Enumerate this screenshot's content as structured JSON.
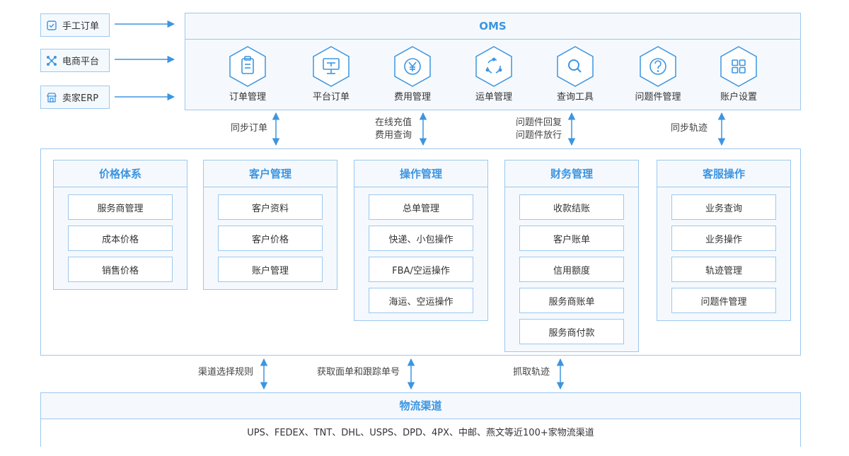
{
  "sources": [
    {
      "label": "手工订单",
      "icon": "checklist-icon"
    },
    {
      "label": "电商平台",
      "icon": "network-icon"
    },
    {
      "label": "卖家ERP",
      "icon": "store-icon"
    }
  ],
  "oms": {
    "title": "OMS",
    "modules": [
      {
        "label": "订单管理",
        "icon": "clipboard-icon"
      },
      {
        "label": "平台订单",
        "icon": "monitor-icon"
      },
      {
        "label": "费用管理",
        "icon": "yen-icon"
      },
      {
        "label": "运单管理",
        "icon": "cycle-icon"
      },
      {
        "label": "查询工具",
        "icon": "search-icon"
      },
      {
        "label": "问题件管理",
        "icon": "question-icon"
      },
      {
        "label": "账户设置",
        "icon": "grid-icon"
      }
    ]
  },
  "links_top": [
    {
      "lines": [
        "同步订单"
      ]
    },
    {
      "lines": [
        "在线充值",
        "费用查询"
      ]
    },
    {
      "lines": [
        "问题件回复",
        "问题件放行"
      ]
    },
    {
      "lines": [
        "同步轨迹"
      ]
    }
  ],
  "columns": [
    {
      "title": "价格体系",
      "items": [
        "服务商管理",
        "成本价格",
        "销售价格"
      ]
    },
    {
      "title": "客户管理",
      "items": [
        "客户资料",
        "客户价格",
        "账户管理"
      ]
    },
    {
      "title": "操作管理",
      "items": [
        "总单管理",
        "快递、小包操作",
        "FBA/空运操作",
        "海运、空运操作"
      ]
    },
    {
      "title": "财务管理",
      "items": [
        "收款结账",
        "客户账单",
        "信用额度",
        "服务商账单",
        "服务商付款"
      ]
    },
    {
      "title": "客服操作",
      "items": [
        "业务查询",
        "业务操作",
        "轨迹管理",
        "问题件管理"
      ]
    }
  ],
  "links_bottom": [
    {
      "label": "渠道选择规则"
    },
    {
      "label": "获取面单和跟踪单号"
    },
    {
      "label": "抓取轨迹"
    }
  ],
  "logistics": {
    "title": "物流渠道",
    "carriers": "UPS、FEDEX、TNT、DHL、USPS、DPD、4PX、中邮、燕文等近100+家物流渠道"
  },
  "colors": {
    "accent": "#3d95e0",
    "border": "#9cc8ee",
    "panel": "#f5f9fd"
  }
}
